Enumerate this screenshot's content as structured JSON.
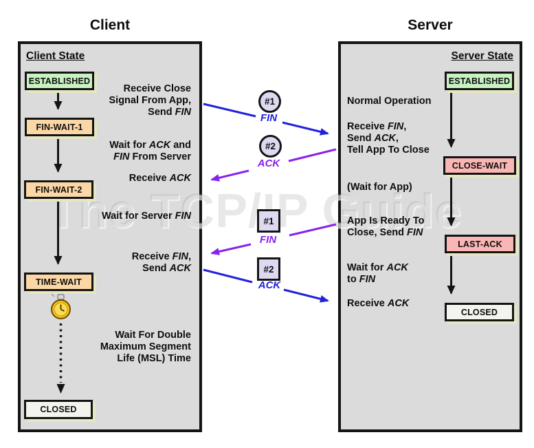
{
  "watermark": "The TCP/IP Guide",
  "colors": {
    "panel_background": "#dbdbdb",
    "panel_border": "#141414",
    "established_green": "#c9f2c3",
    "fin_wait_peach": "#fbd7a5",
    "close_wait_pink": "#f9b6b4",
    "closed_white": "#f4f4ef",
    "badge_lavender": "#dcd9f1",
    "box_shadow": "#e6e6c3",
    "fin_ack_blue": "#2222dd",
    "fin_ack_purple": "#8822ee",
    "timer_yellow": "#f2c11d"
  },
  "icons": {
    "timer": "stopwatch"
  },
  "client": {
    "title": "Client",
    "state_header": "Client State",
    "states": {
      "established": "ESTABLISHED",
      "fin_wait_1": "FIN-WAIT-1",
      "fin_wait_2": "FIN-WAIT-2",
      "time_wait": "TIME-WAIT",
      "closed": "CLOSED"
    },
    "notes": {
      "n1": {
        "l1": "Receive Close",
        "l2": "Signal From App,",
        "l3a": "Send ",
        "l3b": "FIN"
      },
      "n2": {
        "l1a": "Wait for ",
        "l1b": "ACK",
        "l1c": " and",
        "l2a": "FIN",
        "l2b": " From Server"
      },
      "n3": {
        "a": "Receive ",
        "b": "ACK"
      },
      "n4": {
        "a": "Wait for Server ",
        "b": "FIN"
      },
      "n5": {
        "l1a": "Receive ",
        "l1b": "FIN",
        "l1c": ",",
        "l2a": "Send ",
        "l2b": "ACK"
      },
      "n6": {
        "l1": "Wait For Double",
        "l2": "Maximum Segment",
        "l3": "Life (MSL) Time"
      }
    }
  },
  "server": {
    "title": "Server",
    "state_header": "Server State",
    "states": {
      "established": "ESTABLISHED",
      "close_wait": "CLOSE-WAIT",
      "last_ack": "LAST-ACK",
      "closed": "CLOSED"
    },
    "notes": {
      "s1": {
        "l1": "Normal Operation"
      },
      "s2": {
        "l1a": "Receive ",
        "l1b": "FIN",
        "l1c": ",",
        "l2a": "Send ",
        "l2b": "ACK",
        "l2c": ",",
        "l3": "Tell App To Close"
      },
      "s3": {
        "l1": "(Wait for App)"
      },
      "s4": {
        "l1": "App Is Ready To",
        "l2a": "Close, Send ",
        "l2b": "FIN"
      },
      "s5": {
        "l1a": "Wait for ",
        "l1b": "ACK",
        "l2a": "to ",
        "l2b": "FIN"
      },
      "s6": {
        "a": "Receive ",
        "b": "ACK"
      }
    }
  },
  "messages": {
    "m1": {
      "badge": "#1",
      "label": "FIN",
      "direction": "client-to-server"
    },
    "m2": {
      "badge": "#2",
      "label": "ACK",
      "direction": "server-to-client"
    },
    "m3": {
      "badge": "#1",
      "label": "FIN",
      "direction": "server-to-client"
    },
    "m4": {
      "badge": "#2",
      "label": "ACK",
      "direction": "client-to-server"
    }
  }
}
